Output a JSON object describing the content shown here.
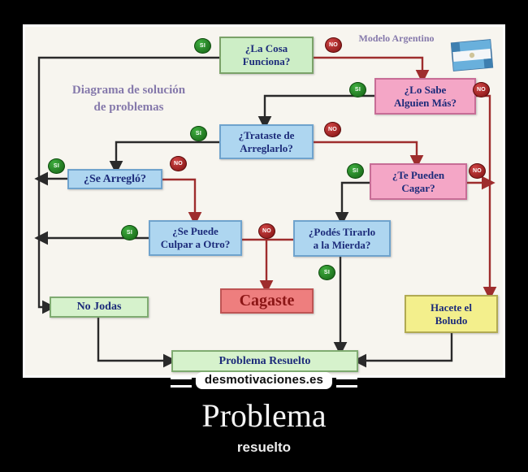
{
  "poster": {
    "watermark": "desmotivaciones.es",
    "title": "Problema",
    "subtitle": "resuelto"
  },
  "diagram": {
    "heading": {
      "line1": "Diagrama de solución",
      "line2": "de problemas"
    },
    "corner_label": "Modelo Argentino",
    "flag": "argentina-flag",
    "yes_label": "SI",
    "no_label": "NO",
    "nodes": {
      "funciona": {
        "line1": "¿La Cosa",
        "line2": "Funciona?"
      },
      "losabe": {
        "line1": "¿Lo Sabe",
        "line2": "Alguien Más?"
      },
      "trataste": {
        "line1": "¿Trataste de",
        "line2": "Arreglarlo?"
      },
      "searreglo": {
        "line1": "¿Se Arregló?"
      },
      "tepueden": {
        "line1": "¿Te Pueden",
        "line2": "Cagar?"
      },
      "culpar": {
        "line1": "¿Se Puede",
        "line2": "Culpar a Otro?"
      },
      "podes": {
        "line1": "¿Podés Tirarlo",
        "line2": "a la Mierda?"
      },
      "cagaste": {
        "line1": "Cagaste"
      },
      "nojodas": {
        "line1": "No Jodas"
      },
      "hacete": {
        "line1": "Hacete el",
        "line2": "Boludo"
      },
      "resuelto": {
        "line1": "Problema Resuelto"
      }
    },
    "colors": {
      "background": "#000000",
      "photo_bg": "#f7f5ef",
      "box_green": "#cdeec6",
      "box_pink": "#f4a6c6",
      "box_blue": "#aed6f0",
      "box_red": "#ee7e7e",
      "box_yellow": "#f3ef8c",
      "box_lightgreen": "#d6f2cc",
      "badge_yes": "#1d7a1d",
      "badge_no": "#a31818",
      "edge_black": "#2a2a2a",
      "edge_red": "#9e2d2d",
      "caption_text": "#8579ab",
      "node_text": "#1c2b7a"
    }
  }
}
